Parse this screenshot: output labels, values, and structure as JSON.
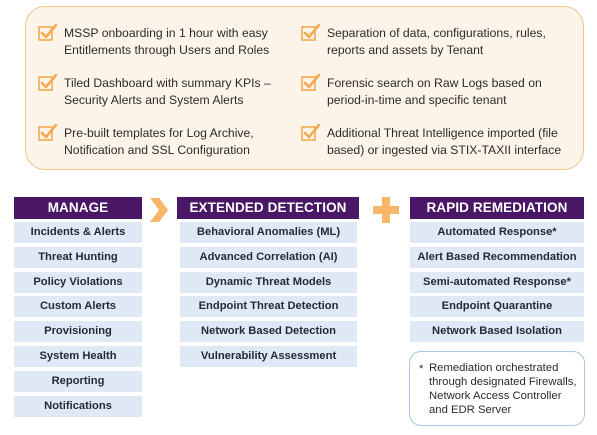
{
  "features": [
    {
      "text": "MSSP onboarding in 1 hour with easy\nEntitlements through Users and Roles"
    },
    {
      "text": "Separation of data, configurations, rules,\nreports and assets by Tenant"
    },
    {
      "text": "Tiled Dashboard with summary KPIs –\nSecurity Alerts and System Alerts"
    },
    {
      "text": "Forensic search on Raw Logs based on\nperiod-in-time and specific tenant"
    },
    {
      "text": "Pre-built templates for Log Archive,\nNotification and SSL Configuration"
    },
    {
      "text": "Additional Threat Intelligence imported (file\nbased) or ingested via STIX-TAXII interface"
    }
  ],
  "columns": [
    {
      "title": "MANAGE",
      "items": [
        "Incidents & Alerts",
        "Threat Hunting",
        "Policy Violations",
        "Custom Alerts",
        "Provisioning",
        "System Health",
        "Reporting",
        "Notifications"
      ]
    },
    {
      "title": "EXTENDED DETECTION",
      "items": [
        "Behavioral Anomalies (ML)",
        "Advanced Correlation (AI)",
        "Dynamic Threat Models",
        "Endpoint Threat Detection",
        "Network Based Detection",
        "Vulnerability Assessment"
      ]
    },
    {
      "title": "RAPID REMEDIATION",
      "items": [
        "Automated Response*",
        "Alert Based Recommendation",
        "Semi-automated Response*",
        "Endpoint Quarantine",
        "Network Based Isolation"
      ]
    }
  ],
  "note": {
    "marker": "*",
    "text": "Remediation orchestrated\nthrough designated Firewalls,\nNetwork Access Controller\nand EDR Server"
  },
  "icons": {
    "checkbox": "checkbox-check-icon",
    "arrow": "chevron-right-icon",
    "plus": "plus-icon"
  },
  "colors": {
    "header_bg": "#4a1666",
    "item_bg": "#dfe9f5",
    "accent_orange": "#f7b668",
    "feature_bg": "#fdf4e9",
    "note_border": "#a9c7e4"
  }
}
